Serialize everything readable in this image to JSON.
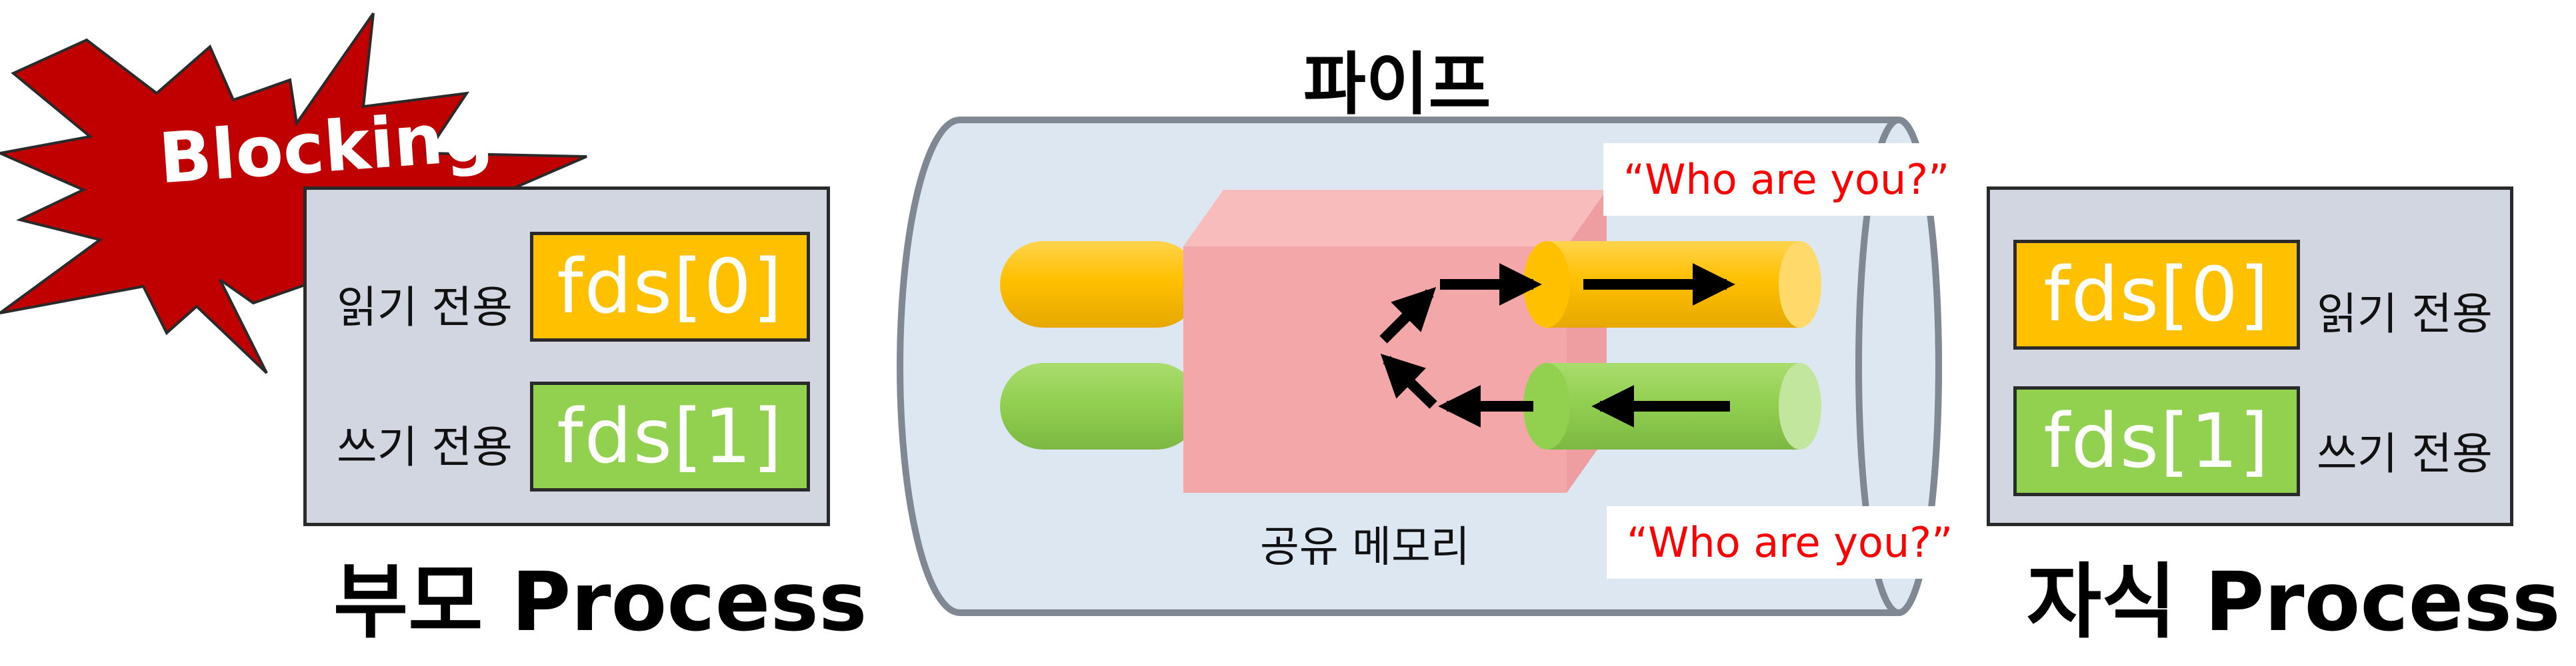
{
  "pipe": {
    "title": "파이프",
    "shared_memory_label": "공유 메모리"
  },
  "parent": {
    "title": "부모 Process",
    "read_label": "읽기 전용",
    "write_label": "쓰기 전용",
    "read_fd": "fds[0]",
    "write_fd": "fds[1]",
    "status_badge": "Blocking"
  },
  "child": {
    "title": "자식 Process",
    "read_label": "읽기 전용",
    "write_label": "쓰기 전용",
    "read_fd": "fds[0]",
    "write_fd": "fds[1]"
  },
  "messages": {
    "top": "“Who are you?”",
    "bottom": "“Who are you?”"
  },
  "colors": {
    "read_fd": "#ffc000",
    "write_fd": "#92d050",
    "process_box": "#d2d6e0",
    "pipe_body": "#dde7f2",
    "shared_memory": "#f4a7a8",
    "blocking_burst": "#c00000",
    "message_text": "#ff0000"
  }
}
